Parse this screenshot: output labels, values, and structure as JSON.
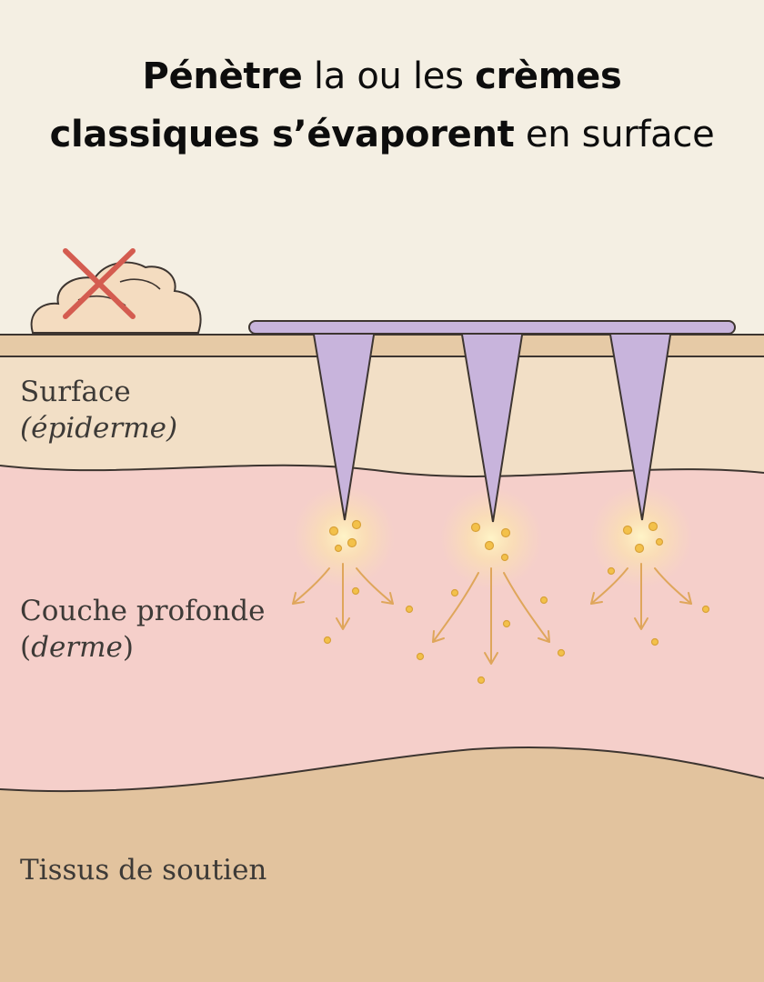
{
  "title": {
    "part1": "Pénètre",
    "part2": " la ou les ",
    "part3": "crèmes classiques s’évaporent",
    "part4": " en surface"
  },
  "layers": {
    "surface": {
      "line1": "Surface",
      "open": "(",
      "term": "épiderme",
      "close": ")"
    },
    "deep": {
      "line1": "Couche profonde",
      "open": "(",
      "term": "derme",
      "close": ")"
    },
    "support": {
      "line1": "Tissus de soutien"
    }
  },
  "icons": {
    "cream": "cream-dollop-icon",
    "cross": "red-x-icon",
    "patch": "microneedle-patch-icon",
    "particles": "active-particles-icon",
    "arrows": "diffusion-arrows-icon"
  },
  "colors": {
    "background": "#f4efe3",
    "epidermis": "#f2dfc6",
    "dermis": "#f5cfca",
    "support": "#e2c39e",
    "needle": "#c8b4dc",
    "cross": "#d45c50",
    "particle": "#f3c14a",
    "arrow": "#dfa65b"
  }
}
